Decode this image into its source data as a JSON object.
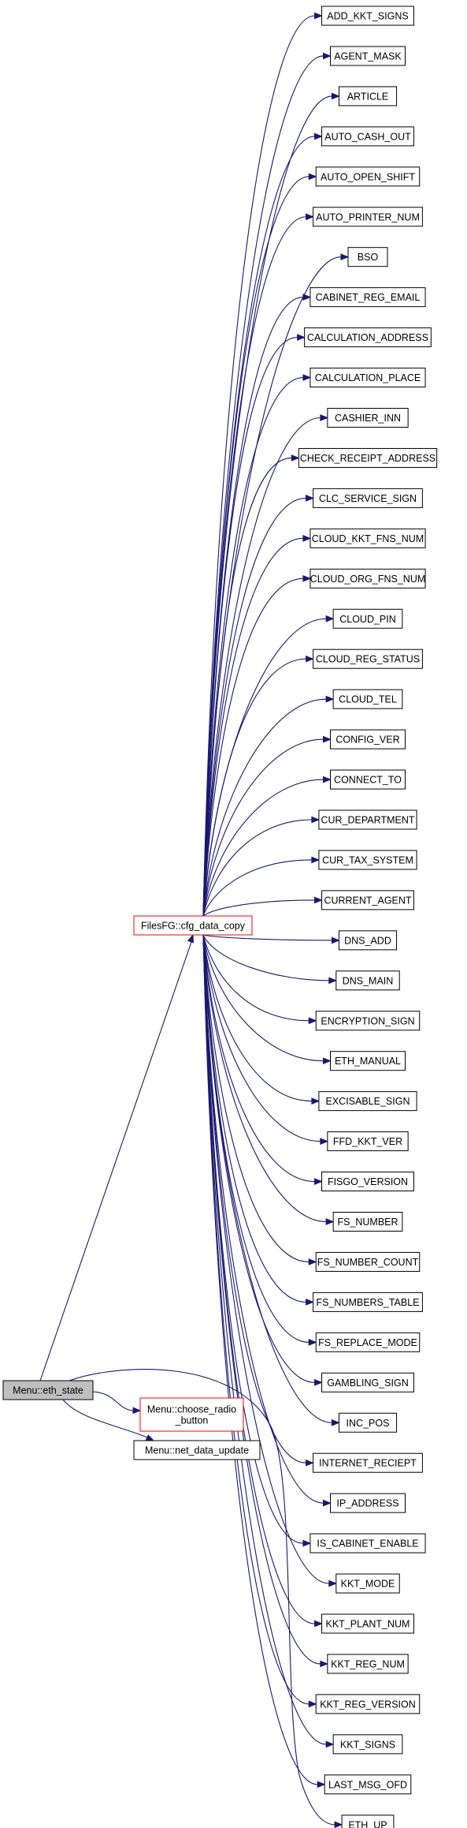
{
  "graph": {
    "colors": {
      "edge": "#191970",
      "root_fill": "#bfbfbf",
      "highlight_border": "#ff0000",
      "node_border": "#000000",
      "node_fill": "#ffffff"
    },
    "root": {
      "label": "Menu::eth_state"
    },
    "hub": {
      "label": "FilesFG::cfg_data_copy"
    },
    "mid_nodes": [
      {
        "lines": [
          "Menu::choose_radio",
          "_button"
        ],
        "highlight": true
      },
      {
        "lines": [
          "Menu::net_data_update"
        ],
        "highlight": false
      }
    ],
    "targets": [
      "ADD_KKT_SIGNS",
      "AGENT_MASK",
      "ARTICLE",
      "AUTO_CASH_OUT",
      "AUTO_OPEN_SHIFT",
      "AUTO_PRINTER_NUM",
      "BSO",
      "CABINET_REG_EMAIL",
      "CALCULATION_ADDRESS",
      "CALCULATION_PLACE",
      "CASHIER_INN",
      "CHECK_RECEIPT_ADDRESS",
      "CLC_SERVICE_SIGN",
      "CLOUD_KKT_FNS_NUM",
      "CLOUD_ORG_FNS_NUM",
      "CLOUD_PIN",
      "CLOUD_REG_STATUS",
      "CLOUD_TEL",
      "CONFIG_VER",
      "CONNECT_TO",
      "CUR_DEPARTMENT",
      "CUR_TAX_SYSTEM",
      "CURRENT_AGENT",
      "DNS_ADD",
      "DNS_MAIN",
      "ENCRYPTION_SIGN",
      "ETH_MANUAL",
      "EXCISABLE_SIGN",
      "FFD_KKT_VER",
      "FISGO_VERSION",
      "FS_NUMBER",
      "FS_NUMBER_COUNT",
      "FS_NUMBERS_TABLE",
      "FS_REPLACE_MODE",
      "GAMBLING_SIGN",
      "INC_POS",
      "INTERNET_RECIEPT",
      "IP_ADDRESS",
      "IS_CABINET_ENABLE",
      "KKT_MODE",
      "KKT_PLANT_NUM",
      "KKT_REG_NUM",
      "KKT_REG_VERSION",
      "KKT_SIGNS",
      "LAST_MSG_OFD",
      "ETH_UP"
    ],
    "edges": "root → hub, root → mid_nodes, root → ETH_UP, hub → every target"
  }
}
